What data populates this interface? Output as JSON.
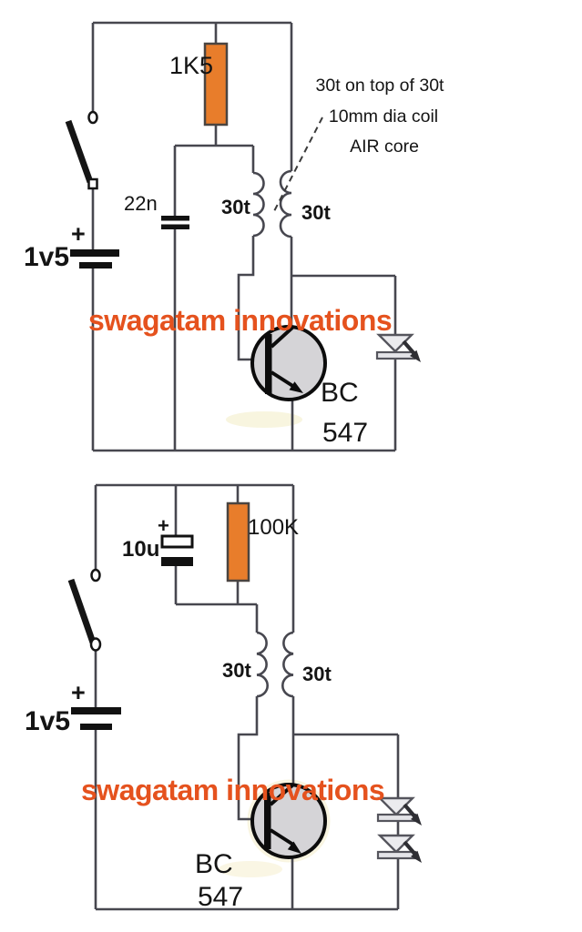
{
  "colors": {
    "wire": "#47474f",
    "component_outline": "#0c0c0c",
    "resistor_fill": "#e87d2b",
    "resistor_border": "#4a4440",
    "transistor_fill": "#d5d4d7",
    "led_fill": "#ebebee",
    "led_border": "#55555d",
    "watermark": "#e5521e",
    "label": "#141414"
  },
  "watermark_text": "swagatam innovations",
  "top_circuit": {
    "battery": {
      "label": "1v5",
      "polarity": "+"
    },
    "resistor_label": "1K5",
    "capacitor_label": "22n",
    "coil_left_label": "30t",
    "coil_right_label": "30t",
    "transistor": {
      "line1": "BC",
      "line2": "547"
    },
    "annotation": {
      "line1": "30t on top of 30t",
      "line2": "10mm dia coil",
      "line3": "AIR core"
    }
  },
  "bottom_circuit": {
    "battery": {
      "label": "1v5",
      "polarity": "+"
    },
    "capacitor": {
      "label": "10u",
      "polarity": "+"
    },
    "resistor_label": "100K",
    "coil_left_label": "30t",
    "coil_right_label": "30t",
    "transistor": {
      "line1": "BC",
      "line2": "547"
    }
  }
}
